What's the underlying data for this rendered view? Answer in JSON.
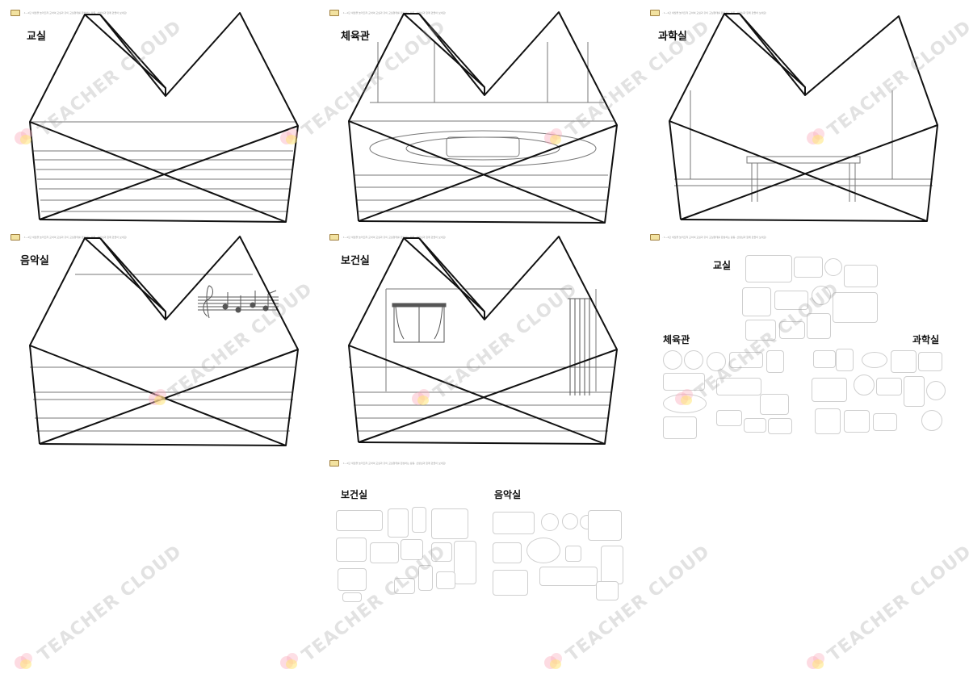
{
  "header_text": "· 1~2단 세월을 눌러뜨려 교하여 교실과 같이 교실형태를 완성하는 활동. 선생님과 함께 만들어 보세요!",
  "watermark": "TEACHER CLOUD",
  "rooms": [
    {
      "label": "교실"
    },
    {
      "label": "체육관"
    },
    {
      "label": "과학실"
    },
    {
      "label": "음악실"
    },
    {
      "label": "보건실"
    }
  ],
  "sticker_sheets": [
    {
      "label": "교실"
    },
    {
      "label": "체육관"
    },
    {
      "label": "과학실"
    },
    {
      "label": "보건실"
    },
    {
      "label": "음악실"
    }
  ],
  "colors": {
    "line": "#111111",
    "detail": "#777777",
    "sticker_border": "#cfcfcf"
  }
}
